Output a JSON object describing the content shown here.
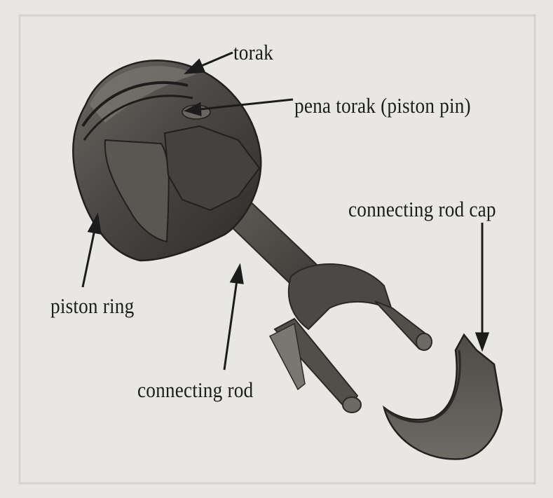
{
  "labels": {
    "torak": "torak",
    "piston_pin": "pena torak (piston pin)",
    "connecting_rod_cap": "connecting rod cap",
    "piston_ring": "piston ring",
    "connecting_rod": "connecting rod"
  },
  "colors": {
    "paper": "#e9e7e3",
    "metal_dark": "#3a3836",
    "metal_mid": "#5e5b57",
    "metal_light": "#8a8680",
    "ink": "#1c1c1c"
  }
}
